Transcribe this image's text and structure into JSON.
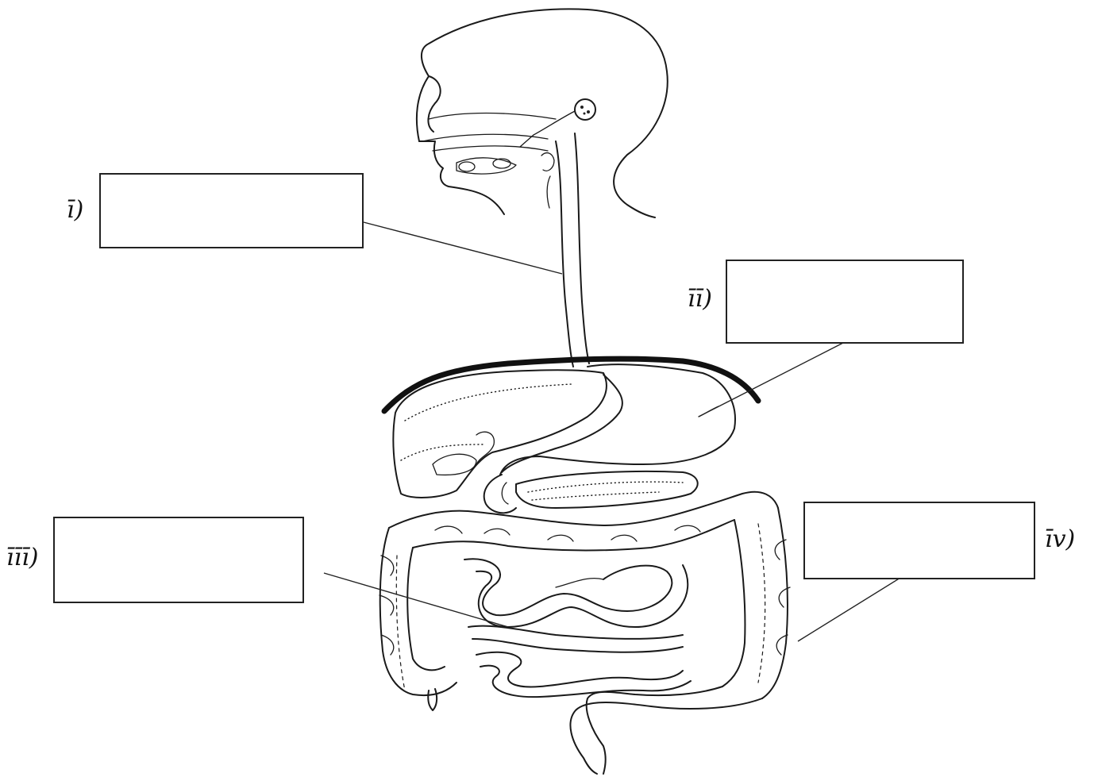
{
  "labels": [
    {
      "id": "i",
      "marker": "ī)"
    },
    {
      "id": "ii",
      "marker": "īī)"
    },
    {
      "id": "iii",
      "marker": "īīī)"
    },
    {
      "id": "iv",
      "marker": "īv)"
    }
  ],
  "colors": {
    "ink": "#1a1a1a",
    "box_border": "#222222",
    "background": "#ffffff"
  }
}
